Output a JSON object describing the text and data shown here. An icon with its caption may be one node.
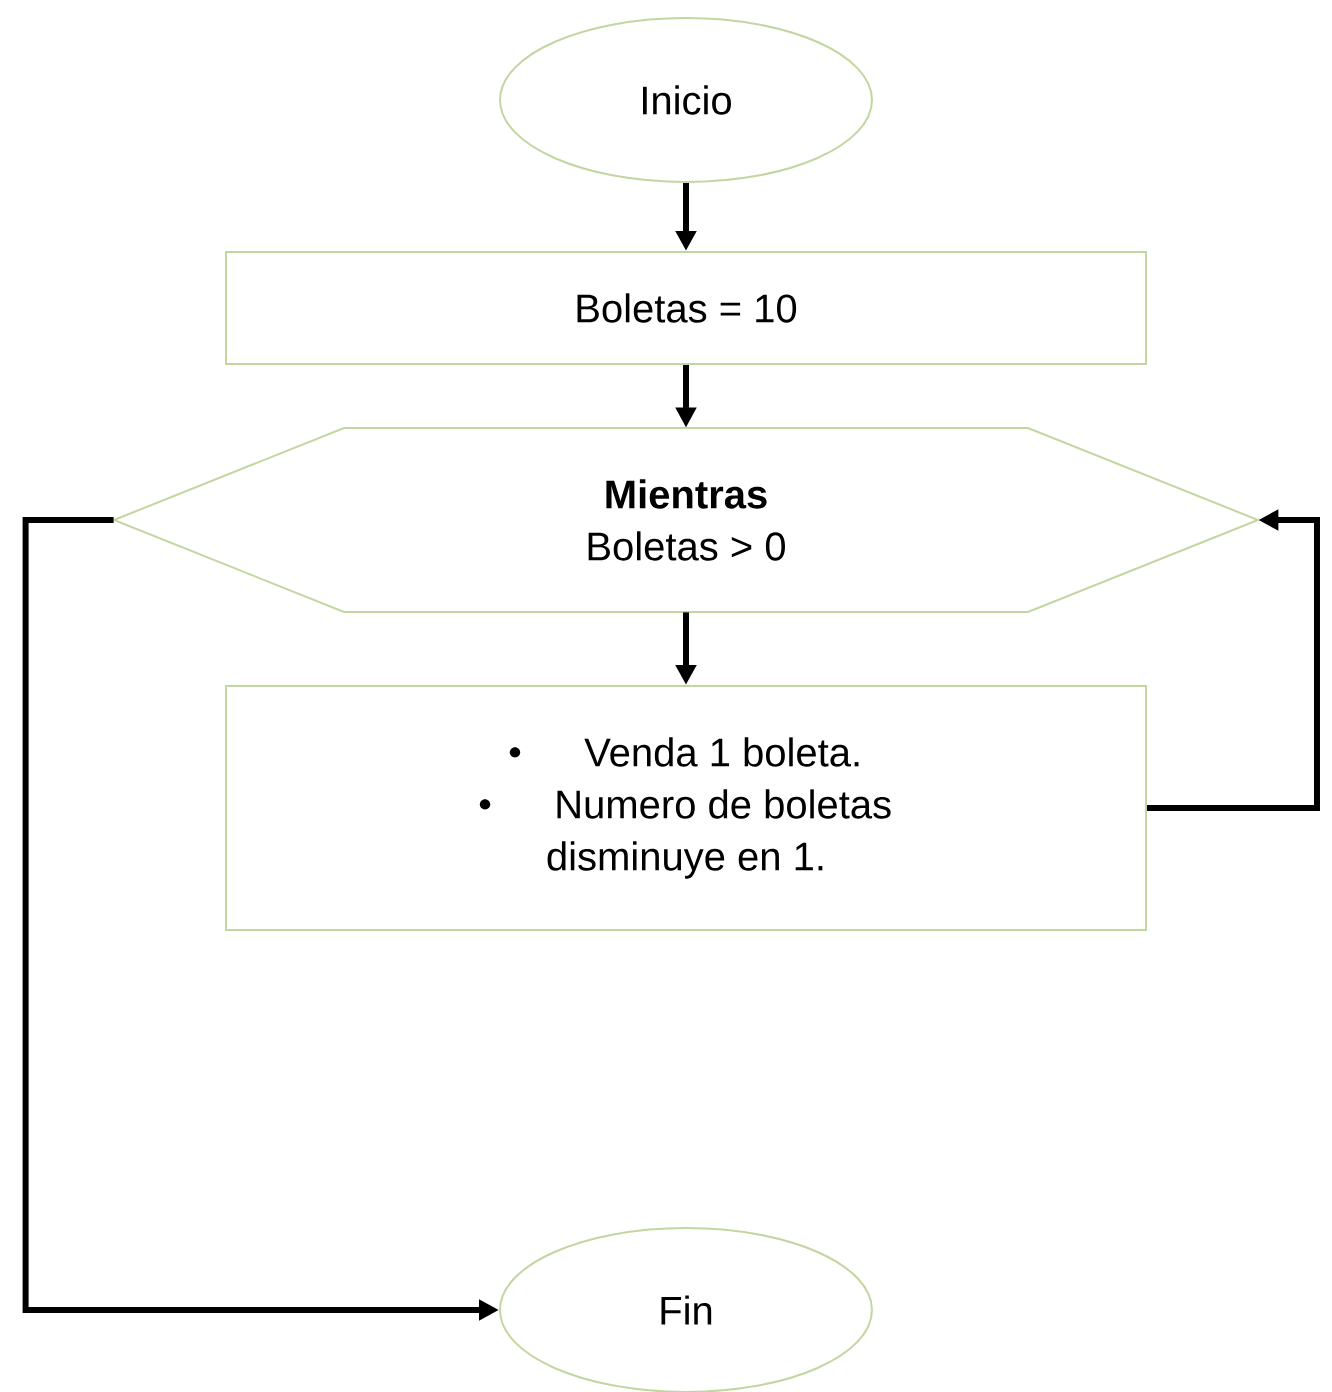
{
  "diagram": {
    "nodes": [
      {
        "text": [
          "Inicio"
        ]
      },
      {
        "text": [
          "Boletas = 10"
        ]
      },
      {
        "text": [
          "Mientras",
          "Boletas > 0"
        ]
      },
      {
        "text": [
          "Venda  1 boleta.",
          "Numero de boletas disminuye en 1."
        ]
      },
      {
        "text": [
          "Fin"
        ]
      }
    ],
    "edges": [
      {
        "from": 0,
        "to": 1,
        "arrow": "to"
      },
      {
        "from": 1,
        "to": 2,
        "arrow": "to"
      },
      {
        "from": 2,
        "to": 3,
        "arrow": "to"
      },
      {
        "from": 3,
        "to": 2,
        "arrow": "to"
      },
      {
        "from": 2,
        "to": 4,
        "arrow": "to"
      }
    ]
  }
}
